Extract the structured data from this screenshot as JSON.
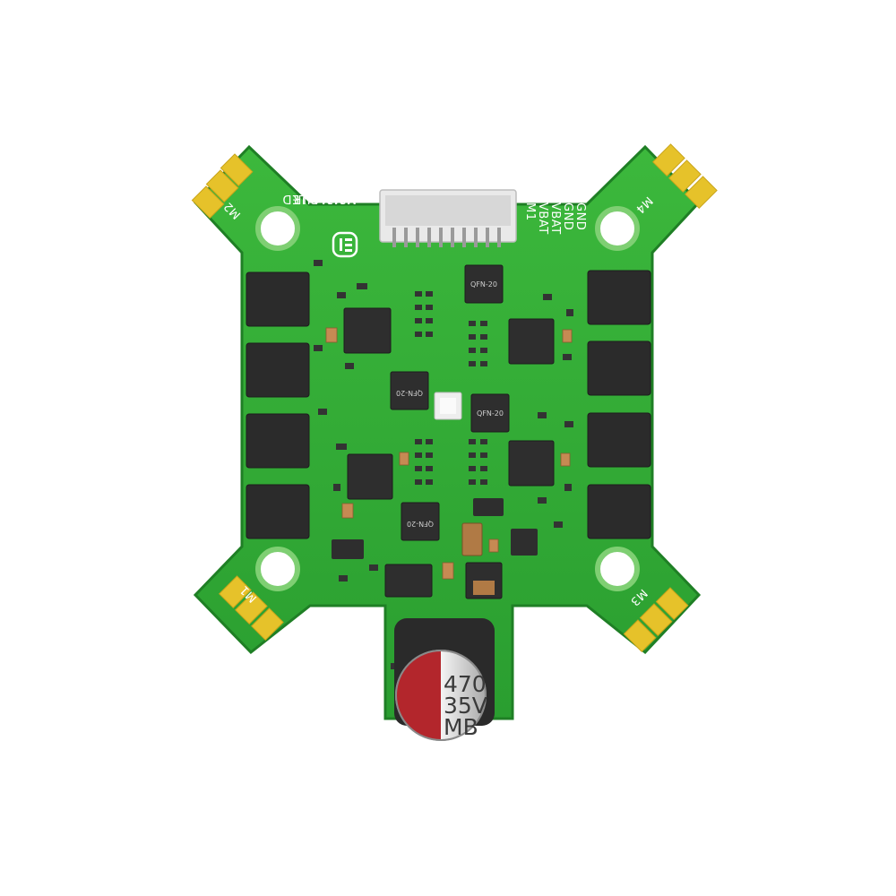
{
  "silkscreen": {
    "left_header_pins": [
      "M2",
      "M3",
      "M4",
      "CUR",
      "LED"
    ],
    "right_header_pins": [
      "GND",
      "GND",
      "VBAT",
      "VBAT",
      "M1"
    ],
    "motor_labels": {
      "top_left": "M2",
      "top_right": "M4",
      "bottom_left": "M1",
      "bottom_right": "M3"
    }
  },
  "chips": {
    "qfn_top": "QFN-20",
    "qfn_center_left": "QFN-20",
    "qfn_center_right": "QFN-20",
    "qfn_bottom": "QFN-20"
  },
  "capacitor": {
    "line1": "470",
    "line2": "35V",
    "line3": "MB"
  },
  "colors": {
    "pcb": "#2fa832",
    "pad": "#e6c22a",
    "chip": "#2b2b2b",
    "capacitor_stripe": "#b3262c"
  }
}
